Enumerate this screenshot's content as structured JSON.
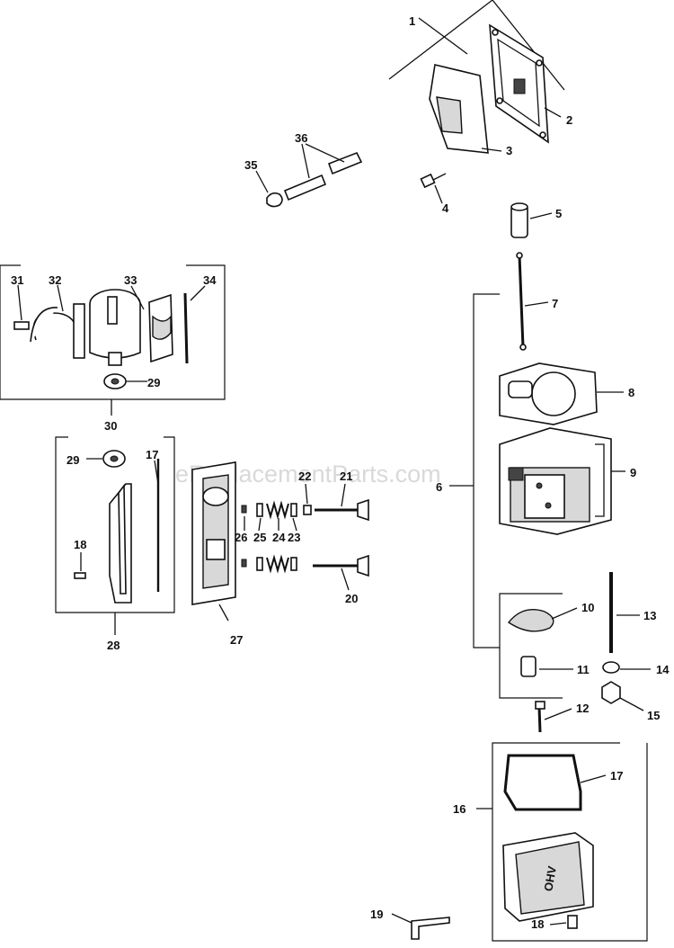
{
  "watermark": "eReplacementParts.com",
  "labels": {
    "l1": "1",
    "l2": "2",
    "l3": "3",
    "l4": "4",
    "l5": "5",
    "l6": "6",
    "l7": "7",
    "l8": "8",
    "l9": "9",
    "l10": "10",
    "l11": "11",
    "l12": "12",
    "l13": "13",
    "l14": "14",
    "l15": "15",
    "l16": "16",
    "l17a": "17",
    "l17b": "17",
    "l18a": "18",
    "l18b": "18",
    "l19": "19",
    "l20": "20",
    "l21": "21",
    "l22": "22",
    "l23": "23",
    "l24": "24",
    "l25": "25",
    "l26": "26",
    "l27": "27",
    "l28": "28",
    "l29a": "29",
    "l29b": "29",
    "l30": "30",
    "l31": "31",
    "l32": "32",
    "l33": "33",
    "l34": "34",
    "l35": "35",
    "l36": "36"
  },
  "valve_cover_text": "OHV"
}
